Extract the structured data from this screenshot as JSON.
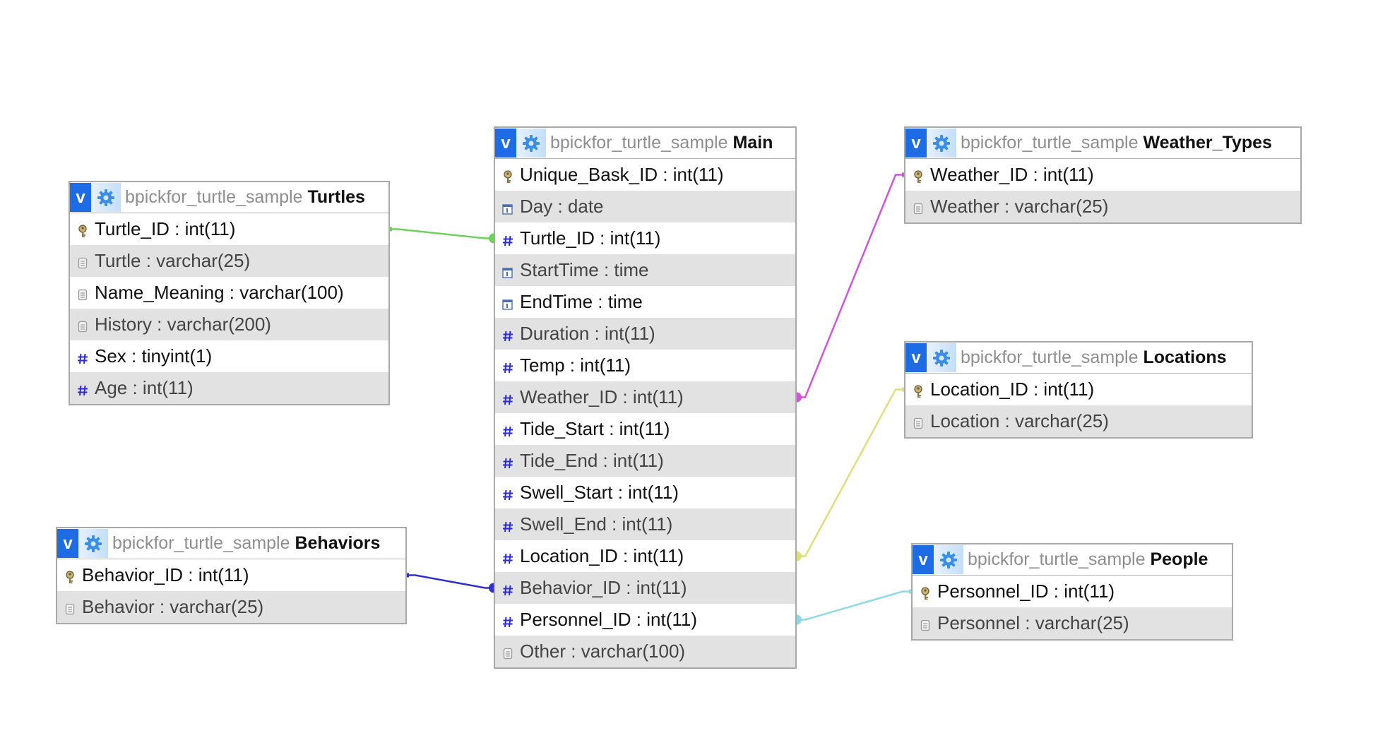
{
  "colors": {
    "header_button": "#1e6ce3",
    "row_alt": "#e2e2e2",
    "border": "#a9a9a9",
    "link_turtles": "#6cd15a",
    "link_weather": "#cd57d9",
    "link_locations": "#dede7d",
    "link_behaviors": "#3131c8",
    "link_people": "#8fd8e5"
  },
  "tables": {
    "main": {
      "db": "bpickfor_turtle_sample",
      "name": "Main",
      "columns": [
        {
          "text": "Unique_Bask_ID : int(11)",
          "icon": "primary-key-icon"
        },
        {
          "text": "Day : date",
          "icon": "date-icon"
        },
        {
          "text": "Turtle_ID : int(11)",
          "icon": "hash-icon"
        },
        {
          "text": "StartTime : time",
          "icon": "date-icon"
        },
        {
          "text": "EndTime : time",
          "icon": "date-icon"
        },
        {
          "text": "Duration : int(11)",
          "icon": "hash-icon"
        },
        {
          "text": "Temp : int(11)",
          "icon": "hash-icon"
        },
        {
          "text": "Weather_ID : int(11)",
          "icon": "hash-icon"
        },
        {
          "text": "Tide_Start : int(11)",
          "icon": "hash-icon"
        },
        {
          "text": "Tide_End : int(11)",
          "icon": "hash-icon"
        },
        {
          "text": "Swell_Start : int(11)",
          "icon": "hash-icon"
        },
        {
          "text": "Swell_End : int(11)",
          "icon": "hash-icon"
        },
        {
          "text": "Location_ID : int(11)",
          "icon": "hash-icon"
        },
        {
          "text": "Behavior_ID : int(11)",
          "icon": "hash-icon"
        },
        {
          "text": "Personnel_ID : int(11)",
          "icon": "hash-icon"
        },
        {
          "text": "Other : varchar(100)",
          "icon": "text-field-icon"
        }
      ]
    },
    "turtles": {
      "db": "bpickfor_turtle_sample",
      "name": "Turtles",
      "columns": [
        {
          "text": "Turtle_ID : int(11)",
          "icon": "primary-key-icon"
        },
        {
          "text": "Turtle : varchar(25)",
          "icon": "text-field-icon"
        },
        {
          "text": "Name_Meaning : varchar(100)",
          "icon": "text-field-icon"
        },
        {
          "text": "History : varchar(200)",
          "icon": "text-field-icon"
        },
        {
          "text": "Sex : tinyint(1)",
          "icon": "hash-icon"
        },
        {
          "text": "Age : int(11)",
          "icon": "hash-icon"
        }
      ]
    },
    "behaviors": {
      "db": "bpickfor_turtle_sample",
      "name": "Behaviors",
      "columns": [
        {
          "text": "Behavior_ID : int(11)",
          "icon": "primary-key-icon"
        },
        {
          "text": "Behavior : varchar(25)",
          "icon": "text-field-icon"
        }
      ]
    },
    "weather_types": {
      "db": "bpickfor_turtle_sample",
      "name": "Weather_Types",
      "columns": [
        {
          "text": "Weather_ID : int(11)",
          "icon": "primary-key-icon"
        },
        {
          "text": "Weather : varchar(25)",
          "icon": "text-field-icon"
        }
      ]
    },
    "locations": {
      "db": "bpickfor_turtle_sample",
      "name": "Locations",
      "columns": [
        {
          "text": "Location_ID : int(11)",
          "icon": "primary-key-icon"
        },
        {
          "text": "Location : varchar(25)",
          "icon": "text-field-icon"
        }
      ]
    },
    "people": {
      "db": "bpickfor_turtle_sample",
      "name": "People",
      "columns": [
        {
          "text": "Personnel_ID : int(11)",
          "icon": "primary-key-icon"
        },
        {
          "text": "Personnel : varchar(25)",
          "icon": "text-field-icon"
        }
      ]
    }
  },
  "relations": [
    {
      "from_table": "turtles",
      "from_row": 0,
      "to_table": "main",
      "to_row": 2,
      "color": "#6cd15a"
    },
    {
      "from_table": "weather_types",
      "from_row": 0,
      "to_table": "main",
      "to_row": 7,
      "color": "#cd57d9"
    },
    {
      "from_table": "locations",
      "from_row": 0,
      "to_table": "main",
      "to_row": 12,
      "color": "#dede7d"
    },
    {
      "from_table": "behaviors",
      "from_row": 0,
      "to_table": "main",
      "to_row": 13,
      "color": "#3131c8"
    },
    {
      "from_table": "people",
      "from_row": 0,
      "to_table": "main",
      "to_row": 14,
      "color": "#8fd8e5"
    }
  ]
}
